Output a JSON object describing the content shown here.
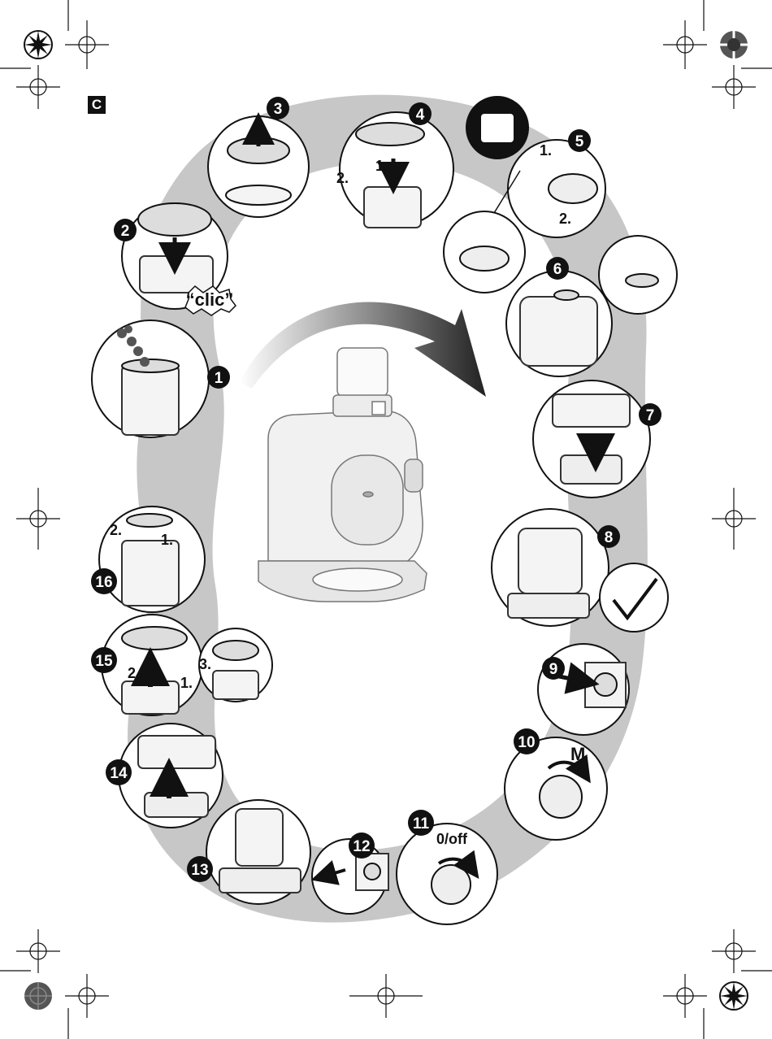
{
  "section_label": "C",
  "steps": [
    {
      "n": "1"
    },
    {
      "n": "2"
    },
    {
      "n": "3"
    },
    {
      "n": "4"
    },
    {
      "n": "5"
    },
    {
      "n": "6"
    },
    {
      "n": "7"
    },
    {
      "n": "8"
    },
    {
      "n": "9"
    },
    {
      "n": "10"
    },
    {
      "n": "11"
    },
    {
      "n": "12"
    },
    {
      "n": "13"
    },
    {
      "n": "14"
    },
    {
      "n": "15"
    },
    {
      "n": "16"
    }
  ],
  "annotations": {
    "clic": "“clic”",
    "s3_1": "1.",
    "s3_2": "2.",
    "s5_1": "1.",
    "s5_2": "2.",
    "s16_1": "1.",
    "s16_2": "2.",
    "s15_1": "1.",
    "s15_2": "2.",
    "s15_3": "3.",
    "mode_M": "M",
    "mode_off": "0/off"
  },
  "colors": {
    "ring": "#bdbdbd",
    "badge": "#111111",
    "appliance": "#eeeeee"
  }
}
